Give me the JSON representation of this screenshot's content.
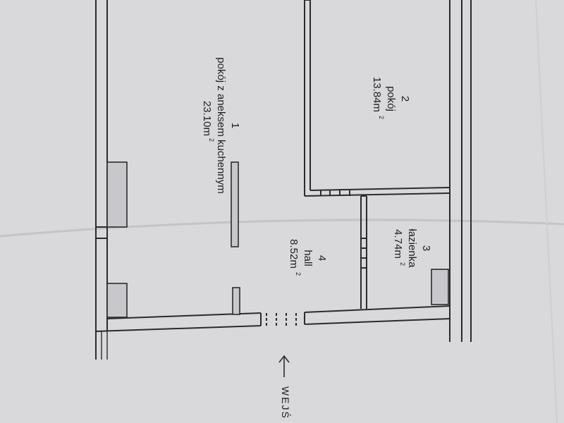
{
  "plan": {
    "rooms": [
      {
        "number": "1",
        "name_lines": [
          "pokój z aneksem kuchennym"
        ],
        "area": "23.10m",
        "unit_sup": "2"
      },
      {
        "number": "2",
        "name_lines": [
          "pokój"
        ],
        "area": "13.84m",
        "unit_sup": "2"
      },
      {
        "number": "3",
        "name_lines": [
          "łazienka"
        ],
        "area": "4.74m",
        "unit_sup": "2"
      },
      {
        "number": "4",
        "name_lines": [
          "hall"
        ],
        "area": "8.52m",
        "unit_sup": "2"
      }
    ],
    "entrance_label": "WEJŚ",
    "colors": {
      "paper": "#d9d9dc",
      "ink": "#2b2b2b"
    }
  }
}
